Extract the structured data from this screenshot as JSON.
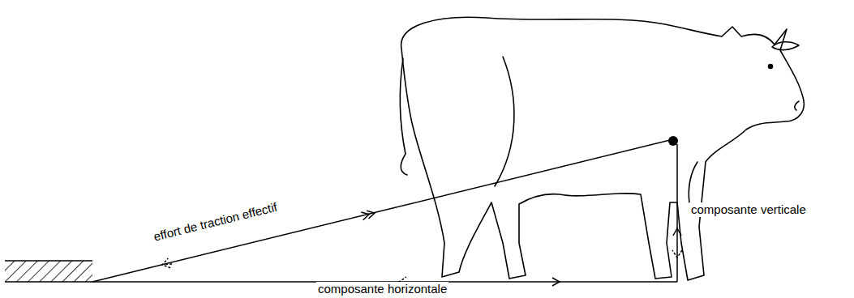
{
  "diagram": {
    "labels": [
      "effort de traction effectif",
      "composante verticale",
      "composante horizontale"
    ]
  }
}
